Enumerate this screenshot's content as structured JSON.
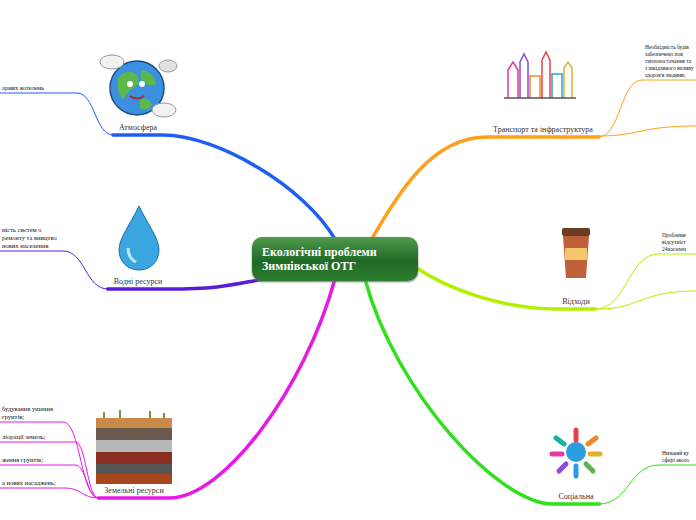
{
  "diagram": {
    "title": "Екологічні проблеми Зимнівської ОТГ",
    "nodes": [
      {
        "text": [
          "Екологічні проблеми Зимнівської ОТГ"
        ]
      },
      {
        "text": [
          "Атмосфера"
        ]
      },
      {
        "text": [
          "арних котелень"
        ]
      },
      {
        "text": [
          "Водні ресурси"
        ]
      },
      {
        "text": [
          "ність систем о ремонту та вництво нових населення"
        ]
      },
      {
        "text": [
          "Земельні ресурси"
        ]
      },
      {
        "text": [
          "будування ушення грунтів;"
        ]
      },
      {
        "text": [
          "ліорації земель;"
        ]
      },
      {
        "text": [
          "ження грунтів;"
        ]
      },
      {
        "text": [
          "а нових насаджень;"
        ]
      },
      {
        "text": [
          "Транспорт та інфраструктура"
        ]
      },
      {
        "text": [
          "Необхідність будів забезпечено пов теплопостачання та з шкідливого впливу здоров'я людини;"
        ]
      },
      {
        "text": [
          "Відходи"
        ]
      },
      {
        "text": [
          "Проблеми відсутніст 24населен"
        ]
      },
      {
        "text": [
          "Соціальна"
        ]
      },
      {
        "text": [
          "Низький ку сфері еколо"
        ]
      }
    ],
    "edges": [
      {
        "from": 0,
        "to": 1,
        "arrow": "none"
      },
      {
        "from": 1,
        "to": 2,
        "arrow": "none"
      },
      {
        "from": 0,
        "to": 3,
        "arrow": "none"
      },
      {
        "from": 3,
        "to": 4,
        "arrow": "none"
      },
      {
        "from": 0,
        "to": 5,
        "arrow": "none"
      },
      {
        "from": 5,
        "to": 6,
        "arrow": "none"
      },
      {
        "from": 5,
        "to": 7,
        "arrow": "none"
      },
      {
        "from": 5,
        "to": 8,
        "arrow": "none"
      },
      {
        "from": 5,
        "to": 9,
        "arrow": "none"
      },
      {
        "from": 0,
        "to": 10,
        "arrow": "none"
      },
      {
        "from": 10,
        "to": 11,
        "arrow": "none"
      },
      {
        "from": 0,
        "to": 12,
        "arrow": "none"
      },
      {
        "from": 12,
        "to": 13,
        "arrow": "none"
      },
      {
        "from": 0,
        "to": 14,
        "arrow": "none"
      },
      {
        "from": 14,
        "to": 15,
        "arrow": "none"
      }
    ]
  }
}
